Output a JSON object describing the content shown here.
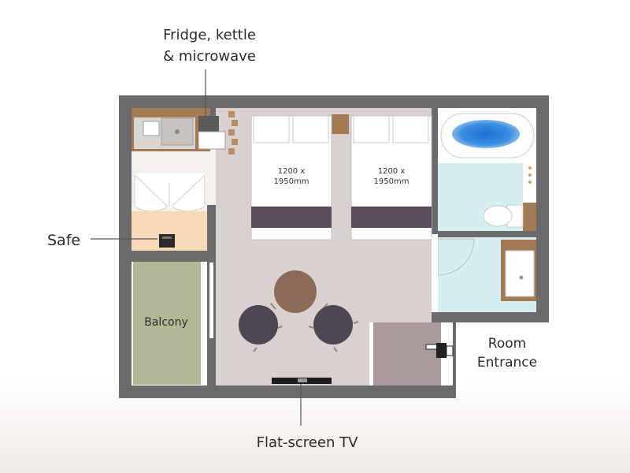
{
  "labels": {
    "fridge_line1": "Fridge, kettle",
    "fridge_line2": "& microwave",
    "safe": "Safe",
    "balcony": "Balcony",
    "room_entrance_line1": "Room",
    "room_entrance_line2": "Entrance",
    "tv": "Flat-screen TV",
    "bed1_line1": "1200 x",
    "bed1_line2": "1950mm",
    "bed2_line1": "1200 x",
    "bed2_line2": "1950mm"
  },
  "colors": {
    "wall": "#6b6b6d",
    "floor": "#d9d0d0",
    "kitchen_floor": "#f4f0ee",
    "wood": "#a47a55",
    "safe_area": "#f7d9b8",
    "balcony": "#b3b795",
    "bath_tile": "#d7eef0",
    "bed_band": "#5b4c5c",
    "chair": "#4e4653",
    "table": "#8b6a5a",
    "entry_floor": "#a99b9a",
    "tub_water": "#3b8de0"
  }
}
